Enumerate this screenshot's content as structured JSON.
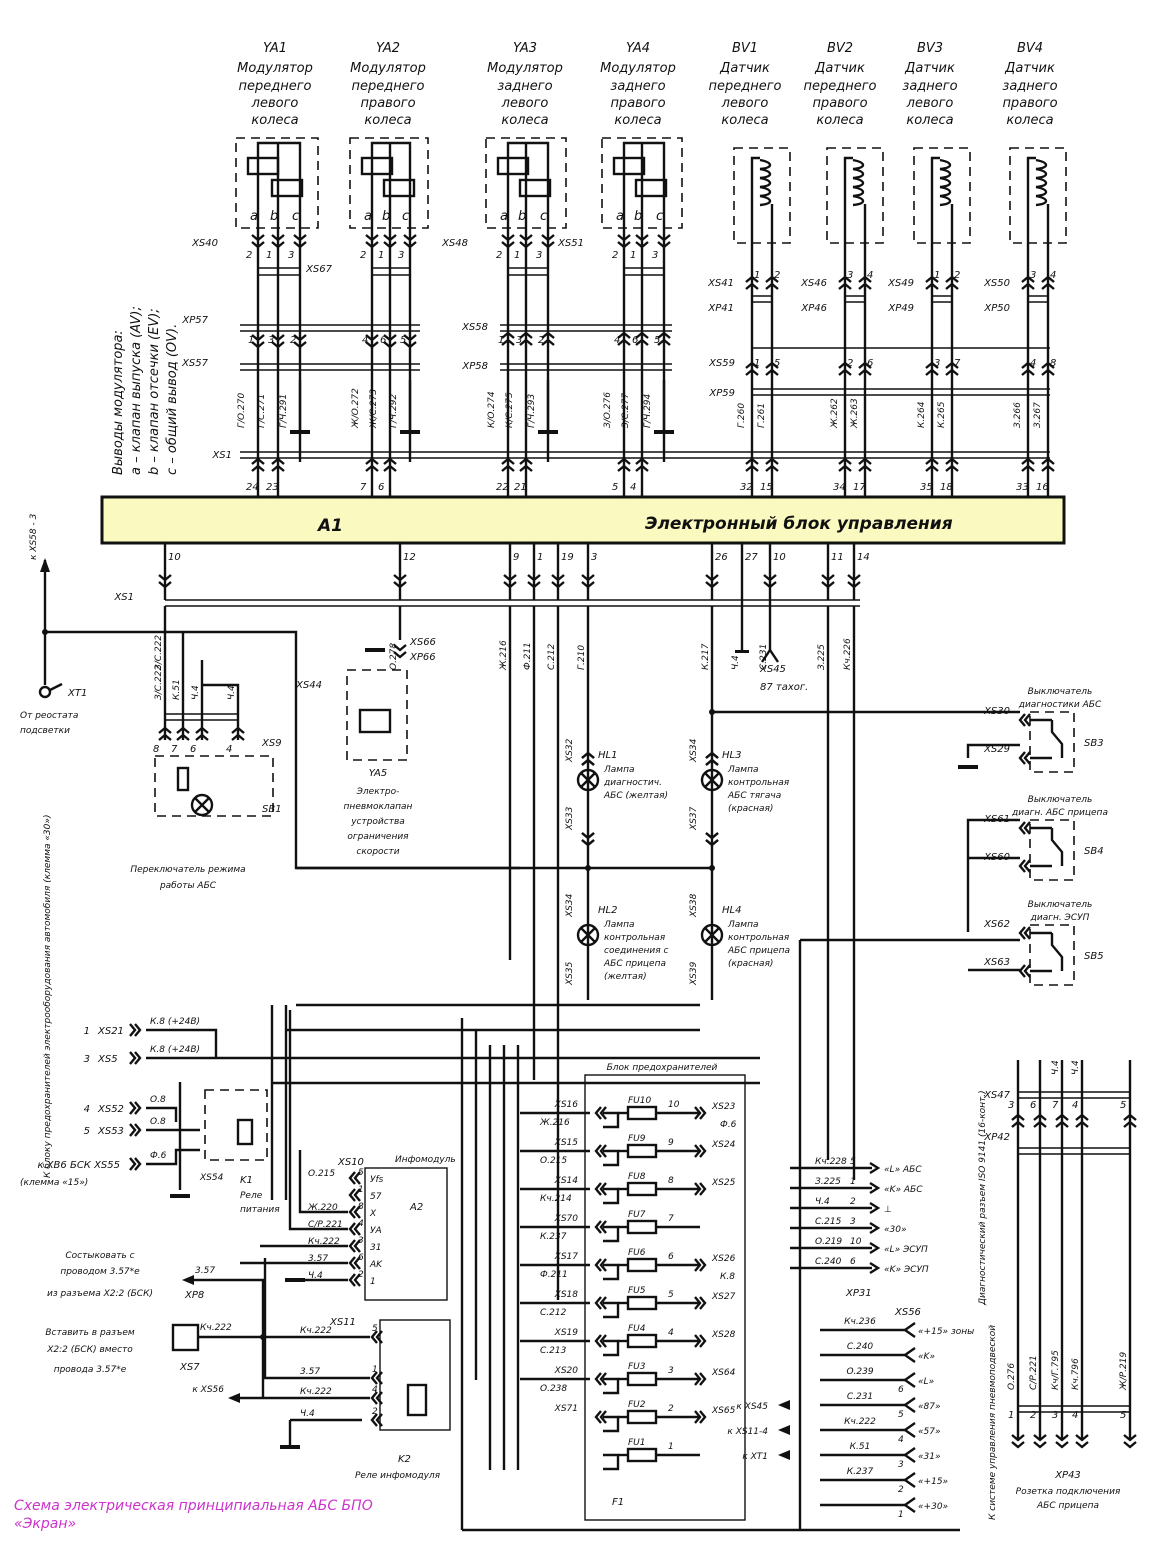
{
  "diagram": {
    "caption_line1": "Схема электрическая принципиальная АБС БПО",
    "caption_line2": "«Экран»",
    "ecu": {
      "ref": "A1",
      "title": "Электронный блок управления",
      "fill": "#fafac0"
    },
    "legend_vertical": {
      "title": "Выводы модулятора:",
      "a": "a – клапан выпуска (AV);",
      "b": "b – клапан отсечки (EV);",
      "c": "c – общий вывод (OV)."
    },
    "modulators": [
      {
        "ref": "YA1",
        "l1": "Модулятор",
        "l2": "переднего",
        "l3": "левого",
        "l4": "колеса",
        "conn": "XS40",
        "pins": [
          "2",
          "1",
          "3"
        ],
        "lower": [
          "1",
          "3",
          "2"
        ],
        "wires": [
          "Г/О.270",
          "Г/С.271",
          "Г/Ч.291"
        ],
        "ecu_pins": [
          "24",
          "23"
        ]
      },
      {
        "ref": "YA2",
        "l1": "Модулятор",
        "l2": "переднего",
        "l3": "правого",
        "l4": "колеса",
        "conn": "XS67",
        "pins": [
          "2",
          "1",
          "3"
        ],
        "lower": [
          "4",
          "6",
          "5"
        ],
        "wires": [
          "Ж/О.272",
          "Ж/С.273",
          "Г/Ч.292"
        ],
        "ecu_pins": [
          "7",
          "6"
        ]
      },
      {
        "ref": "YA3",
        "l1": "Модулятор",
        "l2": "заднего",
        "l3": "левого",
        "l4": "колеса",
        "conn": "XS48",
        "pins": [
          "2",
          "1",
          "3"
        ],
        "lower": [
          "1",
          "3",
          "2"
        ],
        "wires": [
          "К/О.274",
          "К/С.275",
          "Г/Ч.293"
        ],
        "ecu_pins": [
          "22",
          "21"
        ]
      },
      {
        "ref": "YA4",
        "l1": "Модулятор",
        "l2": "заднего",
        "l3": "правого",
        "l4": "колеса",
        "conn": "XS51",
        "pins": [
          "2",
          "1",
          "3"
        ],
        "lower": [
          "4",
          "6",
          "5"
        ],
        "wires": [
          "З/О.276",
          "З/С.277",
          "Г/Ч.294"
        ],
        "ecu_pins": [
          "5",
          "4"
        ]
      }
    ],
    "modulator_terms": [
      "a",
      "b",
      "c"
    ],
    "front_intermediate": {
      "xp": "XP57",
      "xs": "XS57"
    },
    "rear_intermediate": {
      "xs": "XS58",
      "xp": "XP58"
    },
    "sensors": [
      {
        "ref": "BV1",
        "l1": "Датчик",
        "l2": "переднего",
        "l3": "левого",
        "l4": "колеса",
        "xs": "XS41",
        "xp": "XP41",
        "pins": [
          "1",
          "2"
        ],
        "mid": [
          "1",
          "5"
        ],
        "wires": [
          "Г.260",
          "Г.261"
        ],
        "ecu_pins": [
          "32",
          "15"
        ]
      },
      {
        "ref": "BV2",
        "l1": "Датчик",
        "l2": "переднего",
        "l3": "правого",
        "l4": "колеса",
        "xs": "XS46",
        "xp": "XP46",
        "pins": [
          "3",
          "4"
        ],
        "mid": [
          "2",
          "6"
        ],
        "wires": [
          "Ж.262",
          "Ж.263"
        ],
        "ecu_pins": [
          "34",
          "17"
        ]
      },
      {
        "ref": "BV3",
        "l1": "Датчик",
        "l2": "заднего",
        "l3": "левого",
        "l4": "колеса",
        "xs": "XS49",
        "xp": "XP49",
        "pins": [
          "1",
          "2"
        ],
        "mid": [
          "3",
          "7"
        ],
        "wires": [
          "К.264",
          "К.265"
        ],
        "ecu_pins": [
          "35",
          "18"
        ]
      },
      {
        "ref": "BV4",
        "l1": "Датчик",
        "l2": "заднего",
        "l3": "правого",
        "l4": "колеса",
        "xs": "XS50",
        "xp": "XP50",
        "pins": [
          "3",
          "4"
        ],
        "mid": [
          "4",
          "8"
        ],
        "wires": [
          "З.266",
          "З.267"
        ],
        "ecu_pins": [
          "33",
          "16"
        ]
      }
    ],
    "sensor_intermediate": {
      "xs": "XS59",
      "xp": "XP59"
    },
    "xs1_label": "XS1",
    "ecu_bottom_pins": [
      {
        "pin": "10",
        "wire": "З/С.222"
      },
      {
        "pin": "12",
        "wire": "О.278"
      },
      {
        "pin": "9",
        "wire": "Ж.216"
      },
      {
        "pin": "1",
        "wire": "Ф.211"
      },
      {
        "pin": "19",
        "wire": "С.212"
      },
      {
        "pin": "3",
        "wire": "Г.210"
      },
      {
        "pin": "26",
        "wire": "К.217"
      },
      {
        "pin": "27",
        "wire": "Ч.4"
      },
      {
        "pin": "10",
        "wire": "С.231"
      },
      {
        "pin": "11",
        "wire": "З.225"
      },
      {
        "pin": "14",
        "wire": "Кч.226"
      }
    ],
    "xs45": {
      "ref": "XS45",
      "note": "87 тахог."
    },
    "xs58_3": "к XS58 - 3",
    "xt1": {
      "ref": "XT1",
      "l1": "От реостата",
      "l2": "подсветки"
    },
    "sb1": {
      "ref": "SB1",
      "conn": "XS9",
      "pins": [
        "8",
        "7",
        "6",
        "4"
      ],
      "wires": [
        "З/С.222",
        "К.51",
        "Ч.4",
        "Ч.4"
      ],
      "l1": "Переключатель режима",
      "l2": "работы АБС"
    },
    "ya5": {
      "ref": "YA5",
      "conn_s": "XS44",
      "conn_a": "XS66",
      "conn_b": "XP66",
      "pins": [
        "1",
        "2"
      ],
      "l1": "Электро-",
      "l2": "пневмоклапан",
      "l3": "устройства",
      "l4": "ограничения",
      "l5": "скорости"
    },
    "lamps": [
      {
        "ref": "HL1",
        "top": "XS32",
        "bot": "XS33",
        "l1": "Лампа",
        "l2": "диагностич.",
        "l3": "АБС (желтая)"
      },
      {
        "ref": "HL3",
        "top": "XS34",
        "bot": "XS37",
        "l1": "Лампа",
        "l2": "контрольная",
        "l3": "АБС тягача",
        "l4": "(красная)"
      },
      {
        "ref": "HL2",
        "top": "XS34",
        "bot": "XS35",
        "l1": "Лампа",
        "l2": "контрольная",
        "l3": "соединения с",
        "l4": "АБС прицепа",
        "l5": "(желтая)"
      },
      {
        "ref": "HL4",
        "top": "XS38",
        "bot": "XS39",
        "l1": "Лампа",
        "l2": "контрольная",
        "l3": "АБС прицепа",
        "l4": "(красная)"
      }
    ],
    "switches": [
      {
        "ref": "SB3",
        "title1": "Выключатель",
        "title2": "диагностики АБС",
        "c1": "XS30",
        "c2": "XS29"
      },
      {
        "ref": "SB4",
        "title1": "Выключатель",
        "title2": "диагн. АБС прицепа",
        "c1": "XS61",
        "c2": "XS60"
      },
      {
        "ref": "SB5",
        "title1": "Выключатель",
        "title2": "диагн. ЭСУП",
        "c1": "XS62",
        "c2": "XS63"
      }
    ],
    "power_block": {
      "vertical_note": "К блоку предохранителей электрооборудования автомобиля (клемма «30»)",
      "rows": [
        {
          "n": "1",
          "conn": "XS21",
          "wire": "К.8 (+24В)"
        },
        {
          "n": "3",
          "conn": "XS5",
          "wire": "К.8 (+24В)"
        },
        {
          "n": "4",
          "conn": "XS52",
          "wire": "О.8"
        },
        {
          "n": "5",
          "conn": "XS53",
          "wire": "О.8"
        }
      ],
      "xb6": {
        "text": "к ХВ6 БСК XS55",
        "note": "(клемма «15»)",
        "wire": "Ф.6"
      },
      "relay": {
        "ref": "K1",
        "conn": "XS54",
        "l1": "Реле",
        "l2": "питания",
        "pins": [
          "5",
          "1",
          "4",
          "3"
        ]
      }
    },
    "infomodule": {
      "ref": "A2",
      "title": "Инфомодуль",
      "conn": "XS10",
      "pins": [
        {
          "pin": "5",
          "sig": "Уfs",
          "wire": "О.215"
        },
        {
          "pin": "1",
          "sig": "57",
          "wire": ""
        },
        {
          "pin": "8",
          "sig": "Х",
          "wire": "Ж.220"
        },
        {
          "pin": "4",
          "sig": "УA",
          "wire": "С/Р.221"
        },
        {
          "pin": "3",
          "sig": "31",
          "wire": "Кч.222"
        },
        {
          "pin": "6",
          "sig": "AK",
          "wire": "3.57"
        },
        {
          "pin": "2",
          "sig": "1",
          "wire": "Ч.4"
        }
      ]
    },
    "xp8": {
      "ref": "XP8",
      "wire": "3.57",
      "n1": "Состыковать с",
      "n2": "проводом 3.57*е",
      "n3": "из разъема Х2:2 (БСК)"
    },
    "xs7": {
      "ref": "XS7",
      "wire": "Кч.222",
      "n1": "Вставить в разъем",
      "n2": "Х2:2 (БСК) вместо",
      "n3": "провода 3.57*е"
    },
    "relay_k2": {
      "ref": "K2",
      "conn": "XS11",
      "l1": "Реле инфомодуля",
      "to_xs56": "к XS56",
      "pins": [
        {
          "pin": "5",
          "wire": "Кч.222"
        },
        {
          "pin": "1",
          "wire": "3.57"
        },
        {
          "pin": "4",
          "wire": "Кч.222"
        },
        {
          "pin": "2",
          "wire": "Ч.4"
        }
      ]
    },
    "fuse_block": {
      "title": "Блок предохранителей",
      "ref": "F1",
      "fuses": [
        {
          "fu": "FU10",
          "in": "XS16",
          "wire": "Ж.216",
          "num": "10",
          "out": "XS23",
          "extra": "Ф.6"
        },
        {
          "fu": "FU9",
          "in": "XS15",
          "wire": "О.215",
          "num": "9",
          "out": "XS24",
          "extra": ""
        },
        {
          "fu": "FU8",
          "in": "XS14",
          "wire": "Кч.214",
          "num": "8",
          "out": "XS25",
          "extra": ""
        },
        {
          "fu": "FU7",
          "in": "XS70",
          "wire": "К.237",
          "num": "7",
          "out": "",
          "extra": ""
        },
        {
          "fu": "FU6",
          "in": "XS17",
          "wire": "Ф.211",
          "num": "6",
          "out": "XS26",
          "extra": "К.8"
        },
        {
          "fu": "FU5",
          "in": "XS18",
          "wire": "С.212",
          "num": "5",
          "out": "XS27",
          "extra": ""
        },
        {
          "fu": "FU4",
          "in": "XS19",
          "wire": "С.213",
          "num": "4",
          "out": "XS28",
          "extra": ""
        },
        {
          "fu": "FU3",
          "in": "XS20",
          "wire": "О.238",
          "num": "3",
          "out": "XS64",
          "extra": ""
        },
        {
          "fu": "FU2",
          "in": "XS71",
          "wire": "",
          "num": "2",
          "out": "XS65",
          "extra": ""
        },
        {
          "fu": "FU1",
          "in": "",
          "wire": "",
          "num": "1",
          "out": "",
          "extra": ""
        }
      ]
    },
    "xp31": {
      "ref": "XP31",
      "vertical_note": "Диагностический разъем ISO 9141 (16-конт.)",
      "rows": [
        {
          "pin": "5",
          "wire": "Кч.228",
          "sig": "«L» АБС"
        },
        {
          "pin": "1",
          "wire": "З.225",
          "sig": "«K» АБС"
        },
        {
          "pin": "2",
          "wire": "Ч.4",
          "sig": "⊥"
        },
        {
          "pin": "3",
          "wire": "С.215",
          "sig": "«30»"
        },
        {
          "pin": "10",
          "wire": "О.219",
          "sig": "«L» ЭСУП"
        },
        {
          "pin": "6",
          "wire": "С.240",
          "sig": "«K» ЭСУП"
        }
      ]
    },
    "xs56": {
      "ref": "XS56",
      "vertical_note": "К системе управления пневмоподвеской",
      "rows": [
        {
          "pin": "",
          "wire": "Кч.236",
          "sig": "«+15» зоны",
          "to": ""
        },
        {
          "pin": "",
          "wire": "С.240",
          "sig": "«K»",
          "to": ""
        },
        {
          "pin": "6",
          "wire": "О.239",
          "sig": "«L»",
          "to": ""
        },
        {
          "pin": "5",
          "wire": "С.231",
          "sig": "«87»",
          "to": "к XS45"
        },
        {
          "pin": "4",
          "wire": "Кч.222",
          "sig": "«57»",
          "to": "к XS11-4"
        },
        {
          "pin": "3",
          "wire": "К.51",
          "sig": "«31»",
          "to": "к XT1"
        },
        {
          "pin": "2",
          "wire": "К.237",
          "sig": "«+15»",
          "to": ""
        },
        {
          "pin": "1",
          "wire": "",
          "sig": "«+30»",
          "to": ""
        }
      ]
    },
    "trailer": {
      "xs": "XS47",
      "xp": "XP42",
      "xp2": "XP43",
      "top_pins": [
        "3",
        "6",
        "7",
        "4",
        "5"
      ],
      "top_wires": [
        "Ч.4",
        "Ч.4"
      ],
      "bot_pins": [
        "1",
        "2",
        "3",
        "4",
        "5"
      ],
      "wires": [
        "О.276",
        "С/Р.221",
        "Кч/Г.795",
        "Кч.796",
        "Ж/Р.219"
      ],
      "l1": "Розетка подключения",
      "l2": "АБС прицепа"
    }
  }
}
